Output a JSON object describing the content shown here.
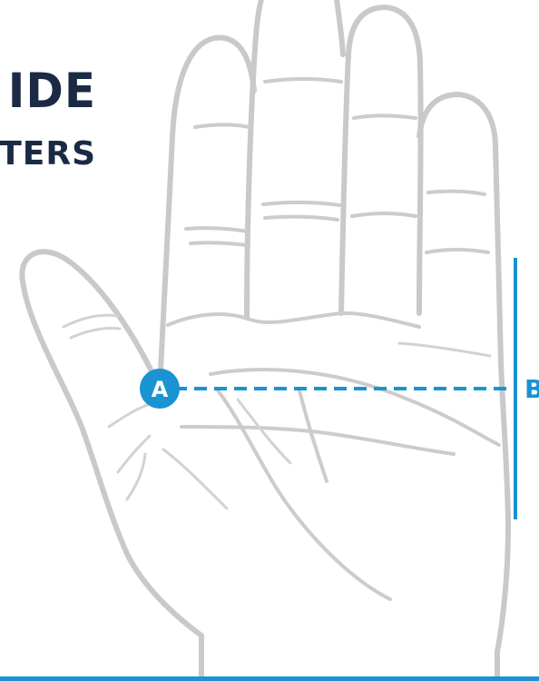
{
  "title": {
    "line1": "IDE",
    "line2": "TERS"
  },
  "markers": {
    "point_a": "A",
    "point_b": "B"
  },
  "colors": {
    "title": "#1b2a44",
    "accent_blue": "#1993d2",
    "hand_outline": "#c9c9c9"
  },
  "icons": {
    "hand": "hand-outline-icon"
  }
}
